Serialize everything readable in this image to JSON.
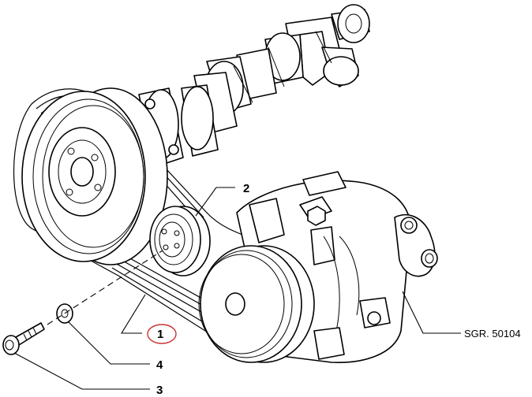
{
  "callouts": {
    "item_1": "1",
    "item_2": "2",
    "item_3": "3",
    "item_4": "4"
  },
  "reference": "SGR. 50104",
  "colors": {
    "highlight_ring": "#cc3333",
    "line": "#000000",
    "background": "#ffffff"
  }
}
